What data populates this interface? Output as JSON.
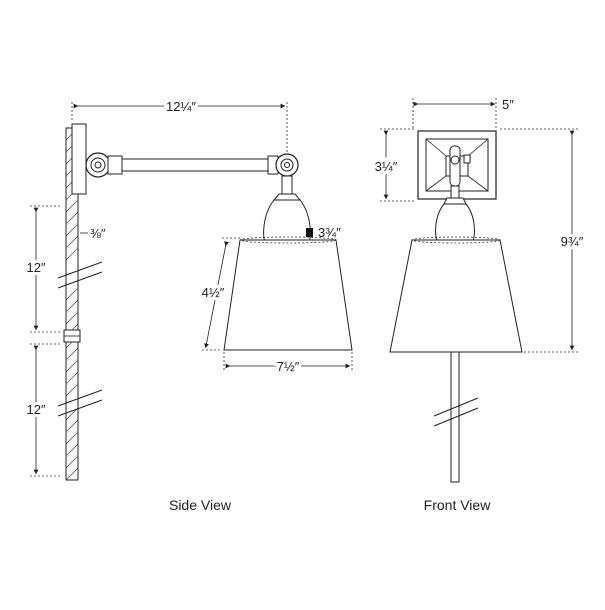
{
  "dimensions": {
    "arm_length": "12¼″",
    "backplate_depth": "⅜″",
    "lower_upper": "12″",
    "lower_lower": "12″",
    "socket_dia": "3¾″",
    "shade_height": "4½″",
    "shade_width": "7½″",
    "backplate_width": "5″",
    "backplate_height": "3¼″",
    "overall_height": "9¾″"
  },
  "captions": {
    "side": "Side View",
    "front": "Front View"
  }
}
